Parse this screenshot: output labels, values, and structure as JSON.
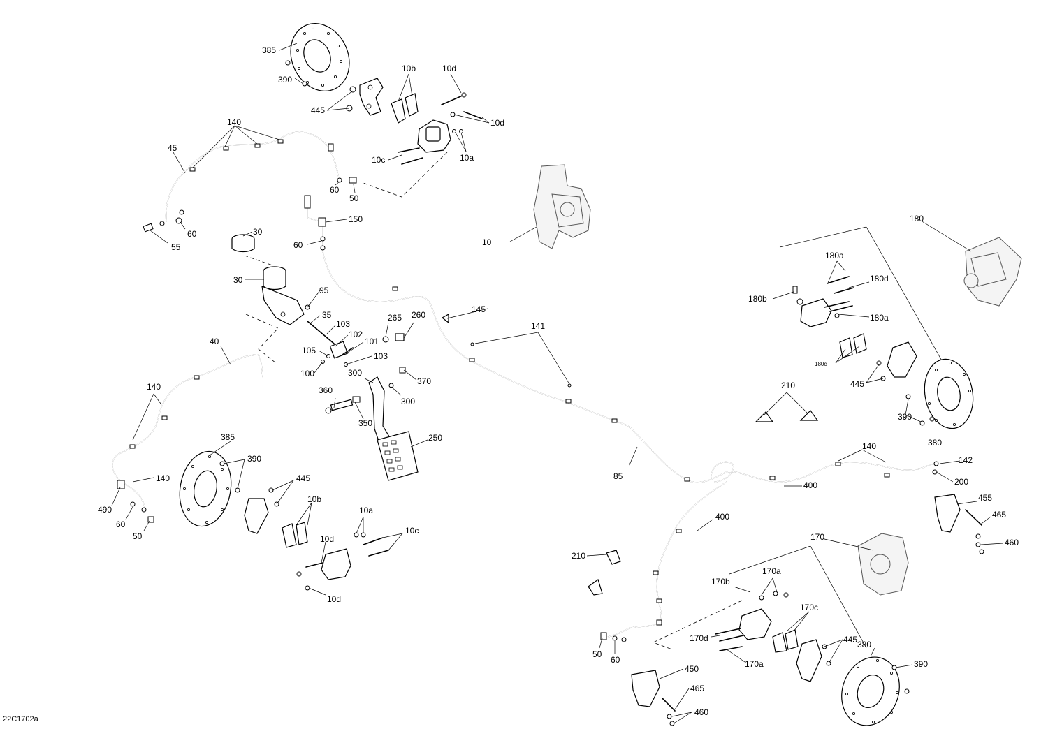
{
  "diagram_ref": "22C1702a",
  "callouts": {
    "c385_top": "385",
    "c390_top": "390",
    "c445_top": "445",
    "c10b_top": "10b",
    "c10d_top1": "10d",
    "c10d_top2": "10d",
    "c10c_top": "10c",
    "c10a_top": "10a",
    "c140_top": "140",
    "c45": "45",
    "c60_topleft": "60",
    "c55": "55",
    "c60_topmid": "60",
    "c50_topmid": "50",
    "c150": "150",
    "c10_main": "10",
    "c30_cap": "30",
    "c60_mid": "60",
    "c30_res": "30",
    "c95": "95",
    "c35": "35",
    "c103_a": "103",
    "c102": "102",
    "c101": "101",
    "c103_b": "103",
    "c105": "105",
    "c100": "100",
    "c265": "265",
    "c260": "260",
    "c145": "145",
    "c141": "141",
    "c40": "40",
    "c140_left1": "140",
    "c300_a": "300",
    "c370": "370",
    "c360": "360",
    "c300_b": "300",
    "c350": "350",
    "c250": "250",
    "c385_left": "385",
    "c390_left": "390",
    "c140_left2": "140",
    "c490": "490",
    "c60_left": "60",
    "c50_left": "50",
    "c445_left": "445",
    "c10b_left": "10b",
    "c10a_left": "10a",
    "c10c_left": "10c",
    "c10d_left1": "10d",
    "c10d_left2": "10d",
    "c85": "85",
    "c180": "180",
    "c180a_1": "180a",
    "c180d": "180d",
    "c180b": "180b",
    "c180a_2": "180a",
    "c180c": "180c",
    "c445_right": "445",
    "c210_top": "210",
    "c390_right": "390",
    "c380_top": "380",
    "c140_right": "140",
    "c142": "142",
    "c200": "200",
    "c400_a": "400",
    "c400_b": "400",
    "c455": "455",
    "c465_right": "465",
    "c460_right": "460",
    "c170": "170",
    "c210_bottom": "210",
    "c170b": "170b",
    "c170a_1": "170a",
    "c170c": "170c",
    "c170d": "170d",
    "c170a_2": "170a",
    "c445_bottom": "445",
    "c380_bottom": "380",
    "c390_bottom": "390",
    "c50_bottom": "50",
    "c60_bottom": "60",
    "c450": "450",
    "c465_bottom": "465",
    "c460_bottom": "460"
  }
}
